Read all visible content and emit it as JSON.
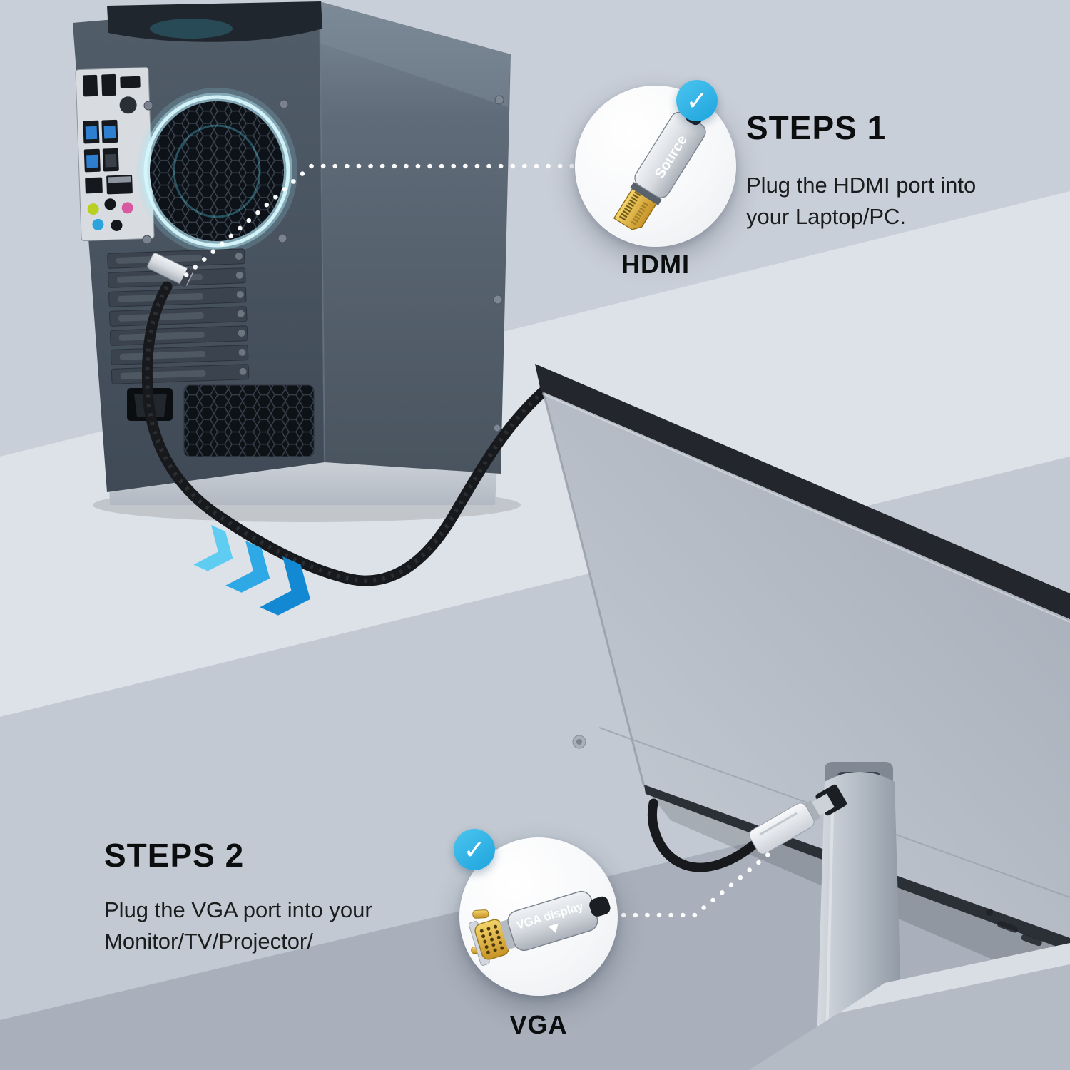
{
  "colors": {
    "accent": "#2fb3e6",
    "band_top": "#c9cfd8",
    "band_light": "#dde2e8",
    "band_mid": "#c2c9d2",
    "band_bottom": "#a9b0bb",
    "cable": "#17191c",
    "glow": "#b5ecf8"
  },
  "icons": {
    "check": "✓"
  },
  "step1": {
    "title": "STEPS 1",
    "body": "Plug the HDMI port into your Laptop/PC.",
    "connector_label": "HDMI",
    "plug_text": "Source"
  },
  "step2": {
    "title": "STEPS 2",
    "body": "Plug the VGA port into your Monitor/TV/Projector/",
    "connector_label": "VGA",
    "plug_text": "VGA display"
  }
}
